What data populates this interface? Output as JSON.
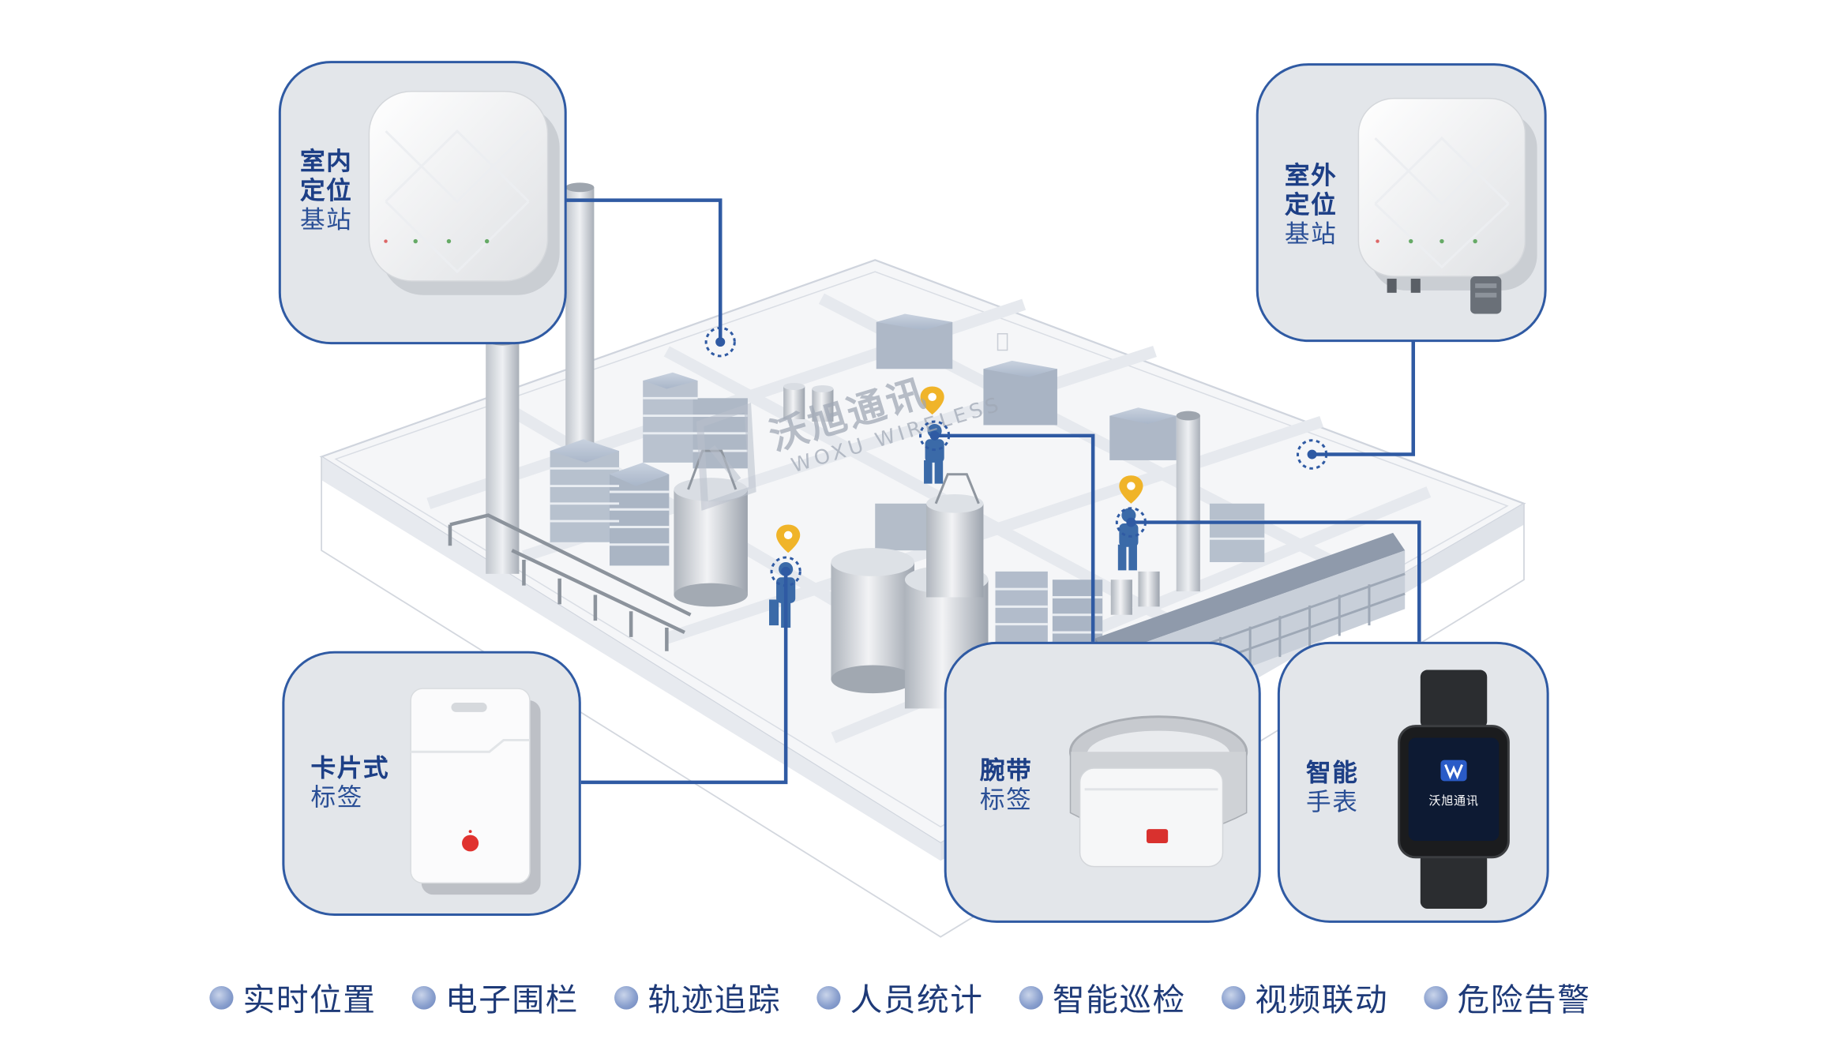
{
  "cards": {
    "indoor": {
      "line1": "室内",
      "line2": "定位",
      "line3": "基站"
    },
    "outdoor": {
      "line1": "室外",
      "line2": "定位",
      "line3": "基站"
    },
    "card_tag": {
      "line1": "卡片式",
      "line2": "标签"
    },
    "wrist_tag": {
      "line1": "腕带",
      "line2": "标签"
    },
    "smart_watch": {
      "line1": "智能",
      "line2": "手表"
    }
  },
  "watermark": {
    "cn": "沃旭通讯",
    "en": "WOXU WIRELESS"
  },
  "watch_screen_text": "沃旭通讯",
  "features": [
    "实时位置",
    "电子围栏",
    "轨迹追踪",
    "人员统计",
    "智能巡检",
    "视频联动",
    "危险告警"
  ],
  "colors": {
    "accent": "#2f5aa3",
    "label": "#1d3f86",
    "pin": "#f0b429",
    "worker": "#3b6aa8"
  }
}
